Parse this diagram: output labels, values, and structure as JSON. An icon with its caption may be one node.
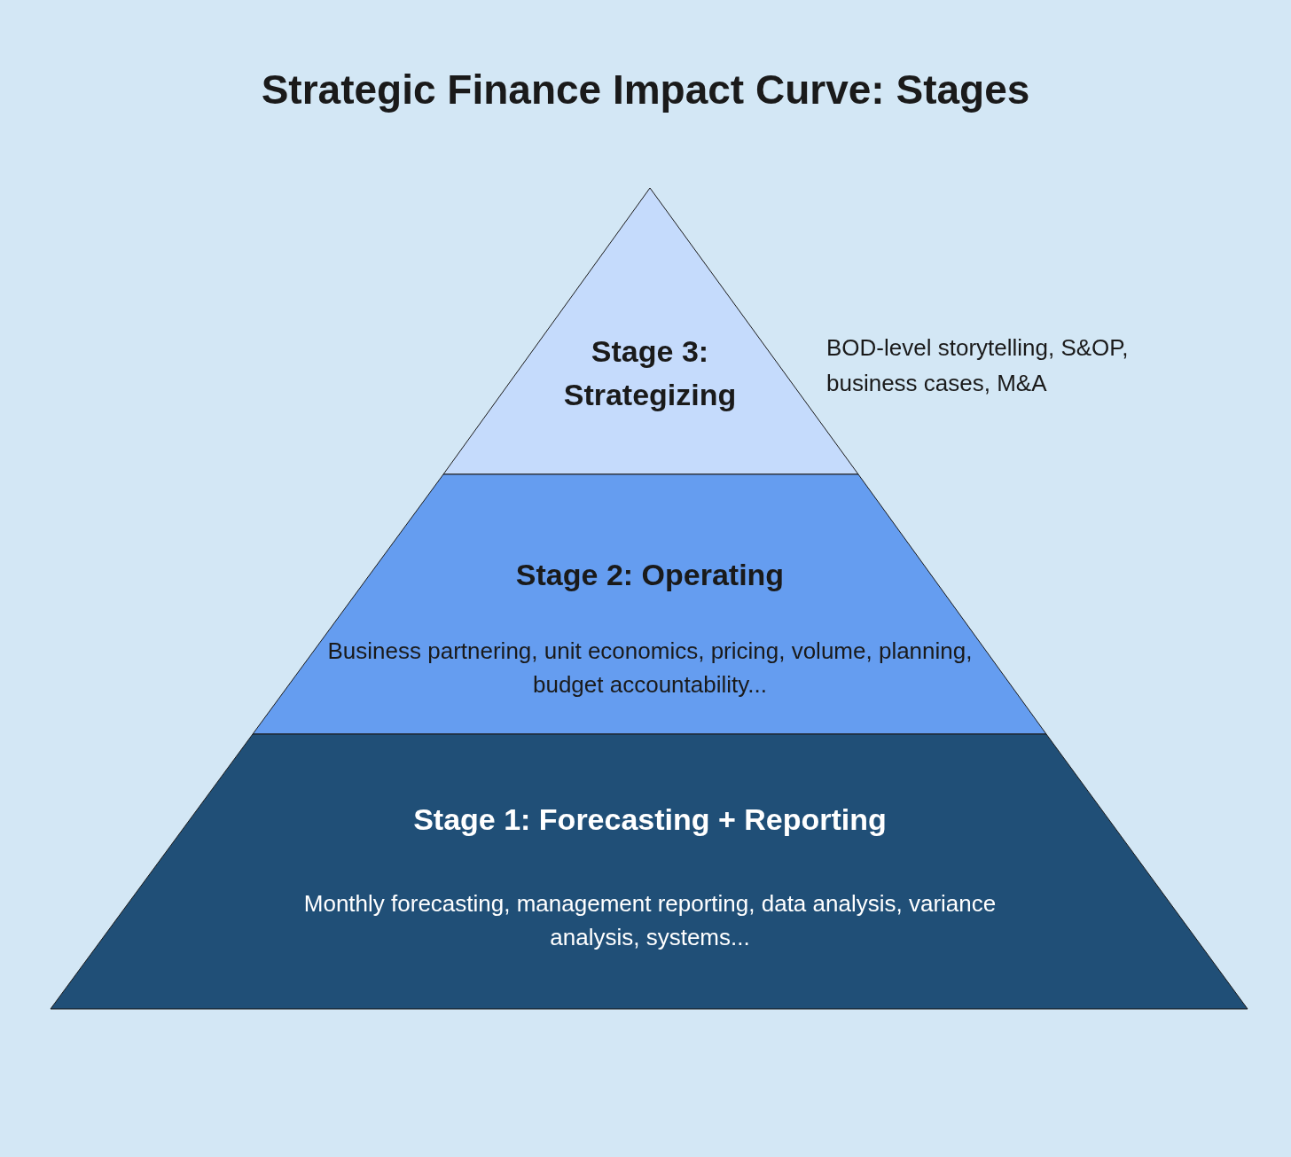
{
  "diagram": {
    "title": "Strategic Finance Impact Curve: Stages",
    "nodes": [
      {
        "text": [
          "Stage 3: Strategizing"
        ],
        "beside": [
          "BOD-level storytelling, S&OP, business cases, M&A"
        ]
      },
      {
        "text": [
          "Stage 2: Operating",
          "Business partnering, unit economics, pricing, volume, planning, budget accountability..."
        ]
      },
      {
        "text": [
          "Stage 1: Forecasting + Reporting",
          "Monthly forecasting, management reporting, data analysis, variance analysis, systems..."
        ]
      }
    ]
  }
}
